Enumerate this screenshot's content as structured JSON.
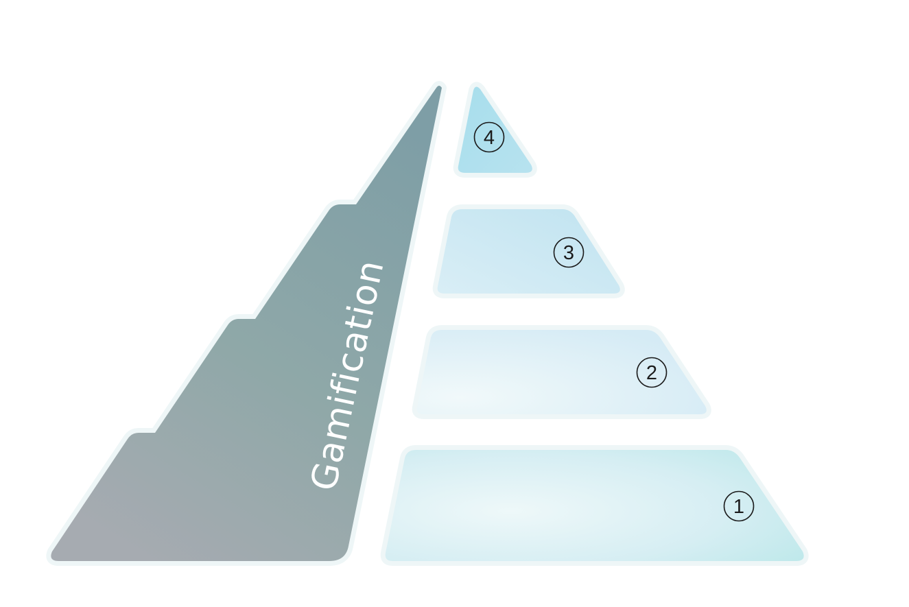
{
  "diagram": {
    "side_label": "Gamification",
    "levels": [
      {
        "number": "1"
      },
      {
        "number": "2"
      },
      {
        "number": "3"
      },
      {
        "number": "4"
      }
    ]
  },
  "colors": {
    "dark_top": "#7e9ea6",
    "dark_mid": "#93aaaa",
    "dark_bottom": "#a3aab0",
    "tier_light": "#e9f6f8",
    "tier_blue": "#c6e6f1",
    "tier_cyan": "#a9dfec",
    "outline": "#eef6f7"
  }
}
